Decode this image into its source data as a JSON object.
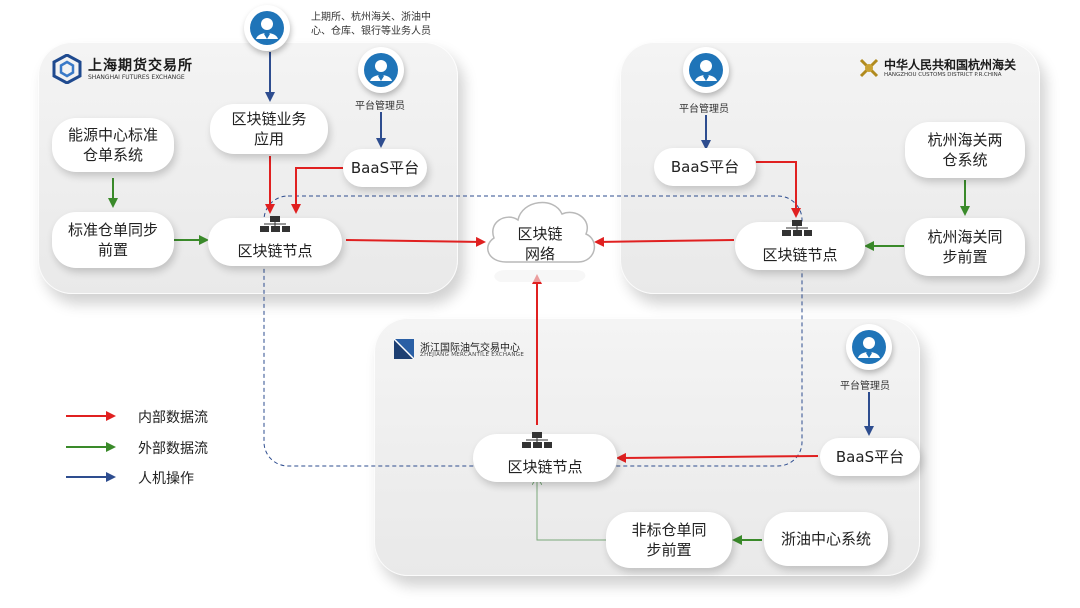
{
  "logos": {
    "shfe": {
      "cn": "上海期货交易所",
      "en": "SHANGHAI FUTURES EXCHANGE"
    },
    "hz_customs": {
      "cn": "中华人民共和国杭州海关",
      "en": "HANGZHOU CUSTOMS DISTRICT P.R.CHINA"
    },
    "zj_exchange": {
      "cn": "浙江国际油气交易中心",
      "en": "ZHEJIANG MERCANTILE EXCHANGE"
    }
  },
  "actors": {
    "business_users": "上期所、杭州海关、浙油中\n心、仓库、银行等业务人员",
    "admin_shfe": "平台管理员",
    "admin_hz": "平台管理员",
    "admin_zj": "平台管理员"
  },
  "nodes": {
    "energy_wms": "能源中心标准\n仓单系统",
    "std_sync": "标准仓单同步\n前置",
    "bc_app": "区块链业务\n应用",
    "baas_shfe": "BaaS平台",
    "node_shfe": "区块链节点",
    "cloud": "区块链\n网络",
    "baas_hz": "BaaS平台",
    "hz_warehouse": "杭州海关两\n仓系统",
    "node_hz": "区块链节点",
    "hz_sync": "杭州海关同\n步前置",
    "node_zj": "区块链节点",
    "baas_zj": "BaaS平台",
    "nonstd_sync": "非标仓单同\n步前置",
    "zj_system": "浙油中心系统"
  },
  "legend": {
    "internal": "内部数据流",
    "external": "外部数据流",
    "human": "人机操作"
  },
  "colors": {
    "internal": "#e02020",
    "external": "#3a8a2a",
    "human": "#2e4d8f",
    "dashed": "#2e4d8f"
  }
}
